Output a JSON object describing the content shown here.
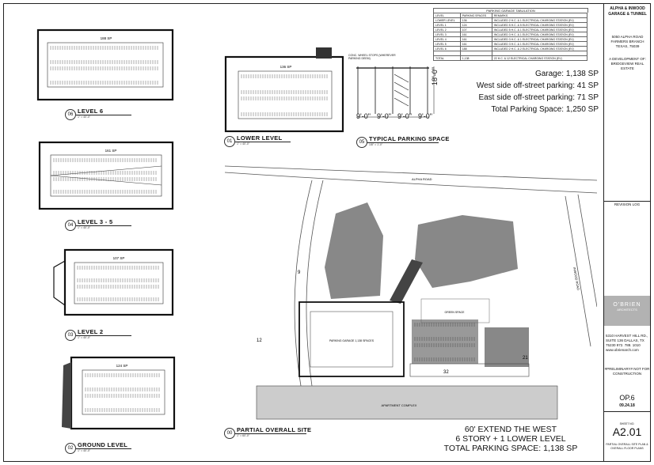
{
  "title_block": {
    "project_title": "ALPHA & INWOOD GARAGE & TUNNEL",
    "address": "5050 ALPHA ROAD FARMERS BRANCH TEXAS, 75039",
    "developer": "A DEVELOPMENT OF: BRIDGEVIEW REAL ESTATE",
    "revision_log": "REVISION LOG",
    "firm_name": "O'BRIEN",
    "firm_sub": "ARCHITECTS",
    "firm_address": "5310 HARVEST HILL RD., SUITE 136 DALLAS, TX 75230 972. 788. 1010 www.obrienarch.com",
    "preliminary": "#PRELIMINARY# NOT FOR CONSTRUCTION",
    "option": "OP.6",
    "date": "09.24.18",
    "sheet_label": "SHEET NO.",
    "sheet_no": "A2.01",
    "sheet_desc": "PARTIAL OVERALL SITE PLAN & OVERALL FLOOR PLANS"
  },
  "tabulation": {
    "title": "PARKING GARAGE TABULATION",
    "headers": [
      "LEVEL",
      "PARKING SPACES",
      "REMARKS"
    ],
    "rows": [
      [
        "LOWER LEVEL",
        "136",
        "INCLUDED 2 H.C. & 1 ELECTRICAL CHARGING STATION (EV)"
      ],
      [
        "LEVEL 1",
        "124",
        "INCLUDED 5 H.C. & 5 ELECTRICAL CHARGING STATION (EV)"
      ],
      [
        "LEVEL 2",
        "107",
        "INCLUDED 5 H.C. & 1 ELECTRICAL CHARGING STATION (EV)"
      ],
      [
        "LEVEL 3",
        "161",
        "INCLUDED 3 H.C. & 1 ELECTRICAL CHARGING STATION (EV)"
      ],
      [
        "LEVEL 4",
        "161",
        "INCLUDED 3 H.C. & 1 ELECTRICAL CHARGING STATION (EV)"
      ],
      [
        "LEVEL 5",
        "161",
        "INCLUDED 3 H.C. & 1 ELECTRICAL CHARGING STATION (EV)"
      ],
      [
        "LEVEL 6",
        "188",
        "INCLUDED 2 H.C. & 2 ELECTRICAL CHARGING STATION (EV)"
      ],
      [
        "",
        "",
        ""
      ],
      [
        "TOTAL",
        "1,138",
        "22 H.C. & 12 ELECTRICAL CHARGING STATION (EV)"
      ]
    ]
  },
  "parking_summary": [
    "Garage: 1,138 SP",
    "West side off-street parking: 41 SP",
    "East side off-street parking: 71 SP",
    "Total Parking Space: 1,250 SP"
  ],
  "typical_space": {
    "dims": [
      "9'-0\"",
      "9'-0\"",
      "9'-0\"",
      "9'-0\""
    ],
    "depth": "18'-0\"",
    "note": "CONC. WHEEL STOPS (WHEREVER PARKING DEEM)"
  },
  "plans": [
    {
      "num": "06",
      "title": "LEVEL 6",
      "scale": "1\" = 40'-0\"",
      "sp": "188 SP"
    },
    {
      "num": "04",
      "title": "LEVEL 3 - 5",
      "scale": "1\" = 40'-0\"",
      "sp": "161 SP"
    },
    {
      "num": "03",
      "title": "LEVEL 2",
      "scale": "1\" = 40'-0\"",
      "sp": "107 SP"
    },
    {
      "num": "02",
      "title": "GROUND LEVEL",
      "scale": "1\" = 40'-0\"",
      "sp": "124 SP"
    },
    {
      "num": "01",
      "title": "LOWER LEVEL",
      "scale": "1\" = 40'-0\"",
      "sp": "136 SP"
    },
    {
      "num": "05",
      "title": "TYPICAL PARKING SPACE",
      "scale": "1/8\" = 1'-0\""
    },
    {
      "num": "00",
      "title": "PARTIAL OVERALL SITE",
      "scale": "1\" = 60'-0\""
    }
  ],
  "site": {
    "road1": "ALPHA ROAD",
    "road2": "INWOOD ROAD",
    "green": "GREEN SPACE",
    "garage": "PARKING GARAGE 1,138 SPACES",
    "apt": "APARTMENT COMPLEX",
    "n12": "12",
    "n9": "9",
    "n32": "32",
    "n21": "21"
  },
  "footer": {
    "line1": "60' EXTEND THE WEST",
    "line2": "6 STORY + 1 LOWER LEVEL",
    "line3": "TOTAL PARKING SPACE: 1,138 SP"
  }
}
